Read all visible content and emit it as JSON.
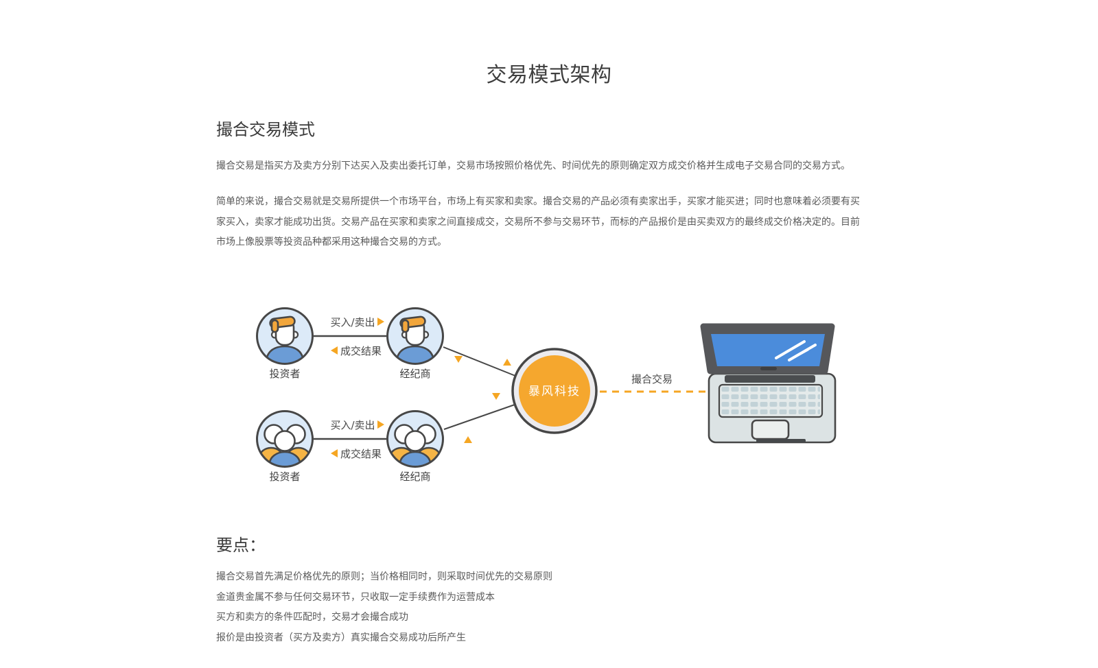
{
  "page": {
    "title": "交易模式架构"
  },
  "matching_section": {
    "heading": "撮合交易模式",
    "paragraph1": "撮合交易是指买方及卖方分别下达买入及卖出委托订单，交易市场按照价格优先、时间优先的原则确定双方成交价格并生成电子交易合同的交易方式。",
    "paragraph2": "简单的来说，撮合交易就是交易所提供一个市场平台，市场上有买家和卖家。撮合交易的产品必须有卖家出手，买家才能买进；同时也意味着必须要有买家买入，卖家才能成功出货。交易产品在买家和卖家之间直接成交，交易所不参与交易环节，而标的产品报价是由买卖双方的最终成交价格决定的。目前市场上像股票等投资品种都采用这种撮合交易的方式。"
  },
  "diagram": {
    "rows": [
      {
        "investor_label": "投资者",
        "broker_label": "经纪商",
        "request_label": "买入/卖出",
        "response_label": "成交结果"
      },
      {
        "investor_label": "投资者",
        "broker_label": "经纪商",
        "request_label": "买入/卖出",
        "response_label": "成交结果"
      }
    ],
    "platform_label": "暴风科技",
    "matching_label": "撮合交易",
    "colors": {
      "accent_orange": "#F5A623",
      "platform_fill": "#F5A72E",
      "avatar_background": "#DCEAF8",
      "shirt_blue": "#6B9CD6",
      "shirt_orange": "#F5B445",
      "outline_dark": "#474747",
      "laptop_screen_blue": "#4B8CDB"
    }
  },
  "keypoints": {
    "heading": "要点：",
    "items": [
      "撮合交易首先满足价格优先的原则；当价格相同时，则采取时间优先的交易原则",
      "金道贵金属不参与任何交易环节，只收取一定手续费作为运营成本",
      "买方和卖方的条件匹配时，交易才会撮合成功",
      "报价是由投资者（买方及卖方）真实撮合交易成功后所产生"
    ]
  }
}
